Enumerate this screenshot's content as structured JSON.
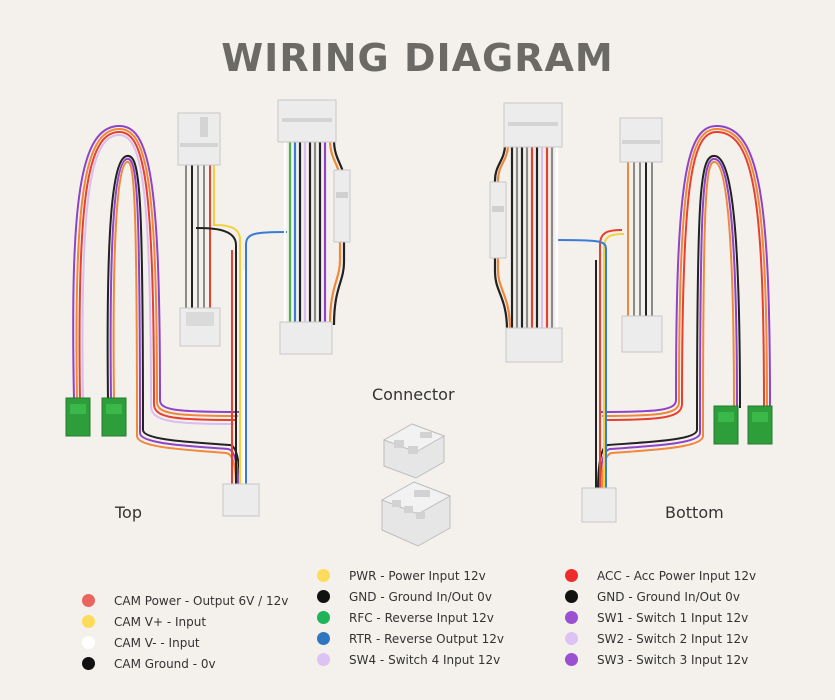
{
  "title": "WIRING DIAGRAM",
  "labels": {
    "connector": "Connector",
    "top": "Top",
    "bottom": "Bottom"
  },
  "legend": {
    "col1": [
      {
        "text": "CAM Power - Output 6V / 12v",
        "color": "#e8665e"
      },
      {
        "text": "CAM V+ - Input",
        "color": "#fddc5c"
      },
      {
        "text": "CAM V- - Input",
        "color": "#ffffff"
      },
      {
        "text": "CAM Ground - 0v",
        "color": "#111111"
      }
    ],
    "col2": [
      {
        "text": "PWR - Power Input 12v",
        "color": "#fddc5c"
      },
      {
        "text": "GND - Ground In/Out 0v",
        "color": "#111111"
      },
      {
        "text": "RFC - Reverse Input 12v",
        "color": "#1fb45a"
      },
      {
        "text": "RTR - Reverse Output 12v",
        "color": "#2f76c0"
      },
      {
        "text": "SW4 - Switch 4 Input 12v",
        "color": "#dcc3f3"
      }
    ],
    "col3": [
      {
        "text": "ACC - Acc Power Input 12v",
        "color": "#ee2c2c"
      },
      {
        "text": "GND - Ground In/Out 0v",
        "color": "#111111"
      },
      {
        "text": "SW1 - Switch 1 Input 12v",
        "color": "#9b4fd1"
      },
      {
        "text": "SW2 - Switch 2  Input 12v",
        "color": "#dcc3f3"
      },
      {
        "text": "SW3 - Switch 3 Input 12v",
        "color": "#9b4fd1"
      }
    ]
  },
  "wire_colors": {
    "red": "#e8402f",
    "orange": "#f0883c",
    "yellow": "#f2d23c",
    "black": "#222222",
    "white": "#ffffff",
    "grey": "#8a8a8a",
    "green": "#4caf50",
    "blue": "#3a7bd5",
    "purple": "#8e44c8",
    "lavender": "#d9bff0",
    "connector_green": "#2e9e3a",
    "connector_white": "#ececec"
  }
}
